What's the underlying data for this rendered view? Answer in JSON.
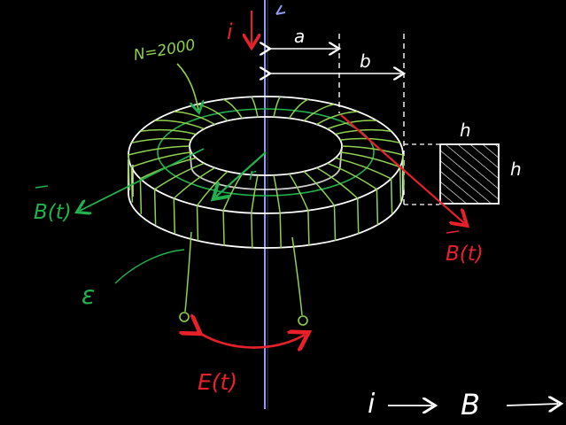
{
  "labels": {
    "current": "i",
    "turns": "N=2000",
    "inner_radius": "a",
    "outer_radius": "b",
    "height_top": "h",
    "height_side": "h",
    "radius": "r",
    "field_left": "B(t)",
    "field_right": "B(t)",
    "curve_label": "ε",
    "emf": "E(t)",
    "relation_i": "i",
    "relation_b": "B"
  },
  "colors": {
    "background": "#000000",
    "outline": "#ffffff",
    "winding": "#8fd14f",
    "field_green": "#22b24c",
    "red": "#e8202a",
    "axis": "#8f9cf0"
  },
  "icons": {
    "arrow": "arrow-icon",
    "cross_section": "hatched-square-icon"
  }
}
